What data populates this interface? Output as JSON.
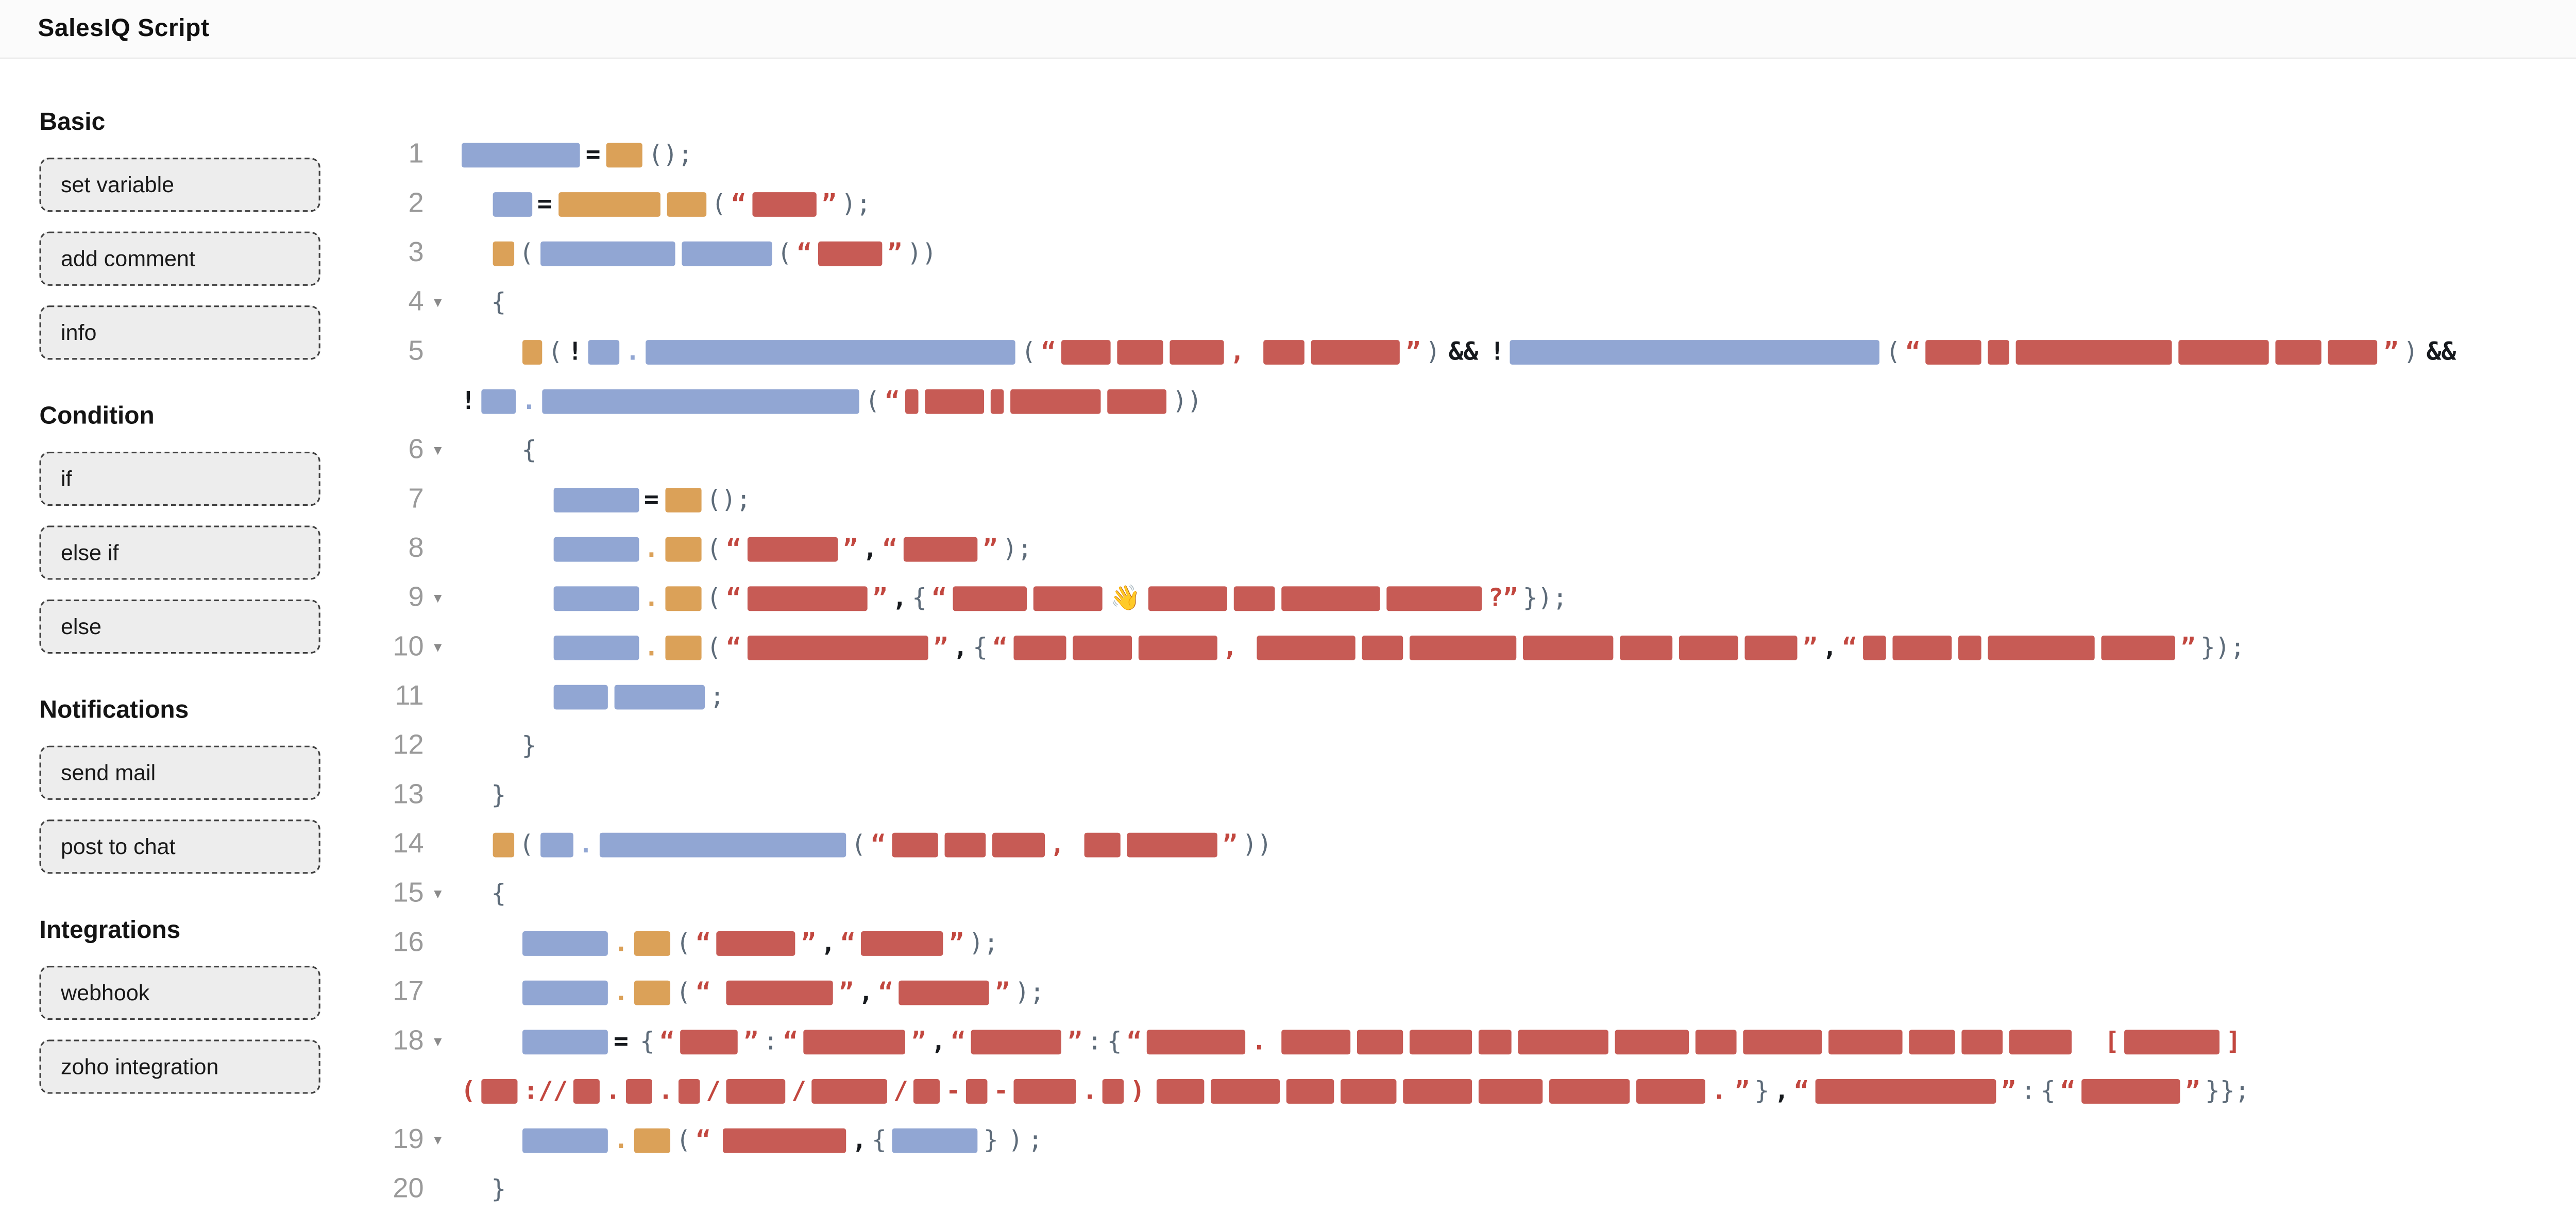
{
  "header": {
    "title": "SalesIQ Script"
  },
  "sidebar": {
    "sections": [
      {
        "title": "Basic",
        "items": [
          "set variable",
          "add comment",
          "info"
        ]
      },
      {
        "title": "Condition",
        "items": [
          "if",
          "else if",
          "else"
        ]
      },
      {
        "title": "Notifications",
        "items": [
          "send mail",
          "post to chat"
        ]
      },
      {
        "title": "Integrations",
        "items": [
          "webhook",
          "zoho integration"
        ]
      }
    ]
  },
  "colors": {
    "blue": "#91a6d3",
    "orange": "#dba158",
    "red": "#c75b55",
    "red_punct": "#c2473f",
    "gray_punct": "#5d6b79",
    "dark_punct": "#16191d",
    "line_number": "#9a9a9a"
  },
  "icons": {
    "collapse_caret": "▾",
    "wave_emoji": "👋"
  },
  "editor": {
    "lines": [
      {
        "num": "1",
        "caret": false,
        "ind": 0,
        "tokens": [
          [
            "b",
            72
          ],
          [
            "d",
            "="
          ],
          [
            "o",
            22
          ],
          [
            "g",
            "();"
          ]
        ]
      },
      {
        "num": "2",
        "caret": false,
        "ind": 1,
        "tokens": [
          [
            "b",
            24
          ],
          [
            "d",
            "="
          ],
          [
            "o",
            62
          ],
          [
            "o",
            24
          ],
          [
            "g",
            "("
          ],
          [
            "q",
            "“"
          ],
          [
            "r",
            39
          ],
          [
            "q",
            "”"
          ],
          [
            "g",
            ");"
          ]
        ]
      },
      {
        "num": "3",
        "caret": false,
        "ind": 1,
        "tokens": [
          [
            "o",
            13
          ],
          [
            "g",
            "("
          ],
          [
            "b",
            82
          ],
          [
            "b",
            55
          ],
          [
            "g",
            "("
          ],
          [
            "q",
            "“"
          ],
          [
            "r",
            39
          ],
          [
            "q",
            "”"
          ],
          [
            "g",
            "))"
          ]
        ]
      },
      {
        "num": "4",
        "caret": true,
        "ind": 1,
        "tokens": [
          [
            "g",
            "{"
          ]
        ]
      },
      {
        "num": "5",
        "caret": false,
        "ind": 2,
        "tokens": [
          [
            "o",
            12
          ],
          [
            "g",
            "("
          ],
          [
            "d",
            "!"
          ],
          [
            "b",
            19
          ],
          [
            "bb",
            "."
          ],
          [
            "b",
            225
          ],
          [
            "g",
            "("
          ],
          [
            "q",
            "“"
          ],
          [
            "r",
            30
          ],
          [
            "r",
            28
          ],
          [
            "r",
            33
          ],
          [
            "q",
            ","
          ],
          [
            "s",
            8
          ],
          [
            "r",
            25
          ],
          [
            "r",
            54
          ],
          [
            "q",
            "”"
          ],
          [
            "g",
            ")"
          ],
          [
            "s",
            2
          ],
          [
            "d",
            "&&"
          ],
          [
            "s",
            4
          ],
          [
            "d",
            "!"
          ],
          [
            "b",
            225
          ],
          [
            "g",
            "("
          ],
          [
            "q",
            "“"
          ],
          [
            "r",
            34
          ],
          [
            "r",
            13
          ],
          [
            "r",
            95
          ],
          [
            "r",
            55
          ],
          [
            "r",
            28
          ],
          [
            "r",
            30
          ],
          [
            "q",
            "”"
          ],
          [
            "g",
            ")"
          ],
          [
            "s",
            2
          ],
          [
            "d",
            "&&"
          ]
        ]
      },
      {
        "num": "",
        "caret": false,
        "ind": 0,
        "tokens": [
          [
            "d",
            "!"
          ],
          [
            "b",
            21
          ],
          [
            "bb",
            "."
          ],
          [
            "b",
            193
          ],
          [
            "g",
            "("
          ],
          [
            "q",
            "“"
          ],
          [
            "r",
            8
          ],
          [
            "r",
            36
          ],
          [
            "r",
            8
          ],
          [
            "r",
            55
          ],
          [
            "r",
            36
          ],
          [
            "g",
            "))"
          ]
        ]
      },
      {
        "num": "6",
        "caret": true,
        "ind": 2,
        "tokens": [
          [
            "g",
            "{"
          ]
        ]
      },
      {
        "num": "7",
        "caret": false,
        "ind": 3,
        "tokens": [
          [
            "b",
            52
          ],
          [
            "d",
            "="
          ],
          [
            "o",
            22
          ],
          [
            "g",
            "();"
          ]
        ]
      },
      {
        "num": "8",
        "caret": false,
        "ind": 3,
        "tokens": [
          [
            "b",
            52
          ],
          [
            "ob",
            "."
          ],
          [
            "o",
            22
          ],
          [
            "g",
            "("
          ],
          [
            "q",
            "“"
          ],
          [
            "r",
            55
          ],
          [
            "q",
            "”"
          ],
          [
            "d",
            ","
          ],
          [
            "q",
            "“"
          ],
          [
            "r",
            45
          ],
          [
            "q",
            "”"
          ],
          [
            "g",
            ");"
          ]
        ]
      },
      {
        "num": "9",
        "caret": true,
        "ind": 3,
        "tokens": [
          [
            "b",
            52
          ],
          [
            "ob",
            "."
          ],
          [
            "o",
            22
          ],
          [
            "g",
            "("
          ],
          [
            "q",
            "“"
          ],
          [
            "r",
            73
          ],
          [
            "q",
            "”"
          ],
          [
            "d",
            ","
          ],
          [
            "g",
            "{"
          ],
          [
            "q",
            "“"
          ],
          [
            "r",
            45
          ],
          [
            "r",
            42
          ],
          [
            "e",
            "👋"
          ],
          [
            "r",
            48
          ],
          [
            "r",
            25
          ],
          [
            "r",
            60
          ],
          [
            "r",
            58
          ],
          [
            "q",
            "?”"
          ],
          [
            "g",
            "});"
          ]
        ]
      },
      {
        "num": "10",
        "caret": true,
        "ind": 3,
        "tokens": [
          [
            "b",
            52
          ],
          [
            "ob",
            "."
          ],
          [
            "o",
            22
          ],
          [
            "g",
            "("
          ],
          [
            "q",
            "“"
          ],
          [
            "r",
            110
          ],
          [
            "q",
            "”"
          ],
          [
            "d",
            ","
          ],
          [
            "g",
            "{"
          ],
          [
            "q",
            "“"
          ],
          [
            "r",
            32
          ],
          [
            "r",
            36
          ],
          [
            "r",
            48
          ],
          [
            "q",
            ","
          ],
          [
            "s",
            8
          ],
          [
            "r",
            60
          ],
          [
            "r",
            25
          ],
          [
            "r",
            65
          ],
          [
            "r",
            55
          ],
          [
            "r",
            32
          ],
          [
            "r",
            36
          ],
          [
            "r",
            32
          ],
          [
            "q",
            "”"
          ],
          [
            "d",
            ","
          ],
          [
            "q",
            "“"
          ],
          [
            "r",
            14
          ],
          [
            "r",
            36
          ],
          [
            "r",
            14
          ],
          [
            "r",
            65
          ],
          [
            "r",
            45
          ],
          [
            "q",
            "”"
          ],
          [
            "g",
            "});"
          ]
        ]
      },
      {
        "num": "11",
        "caret": false,
        "ind": 3,
        "tokens": [
          [
            "b",
            33
          ],
          [
            "b",
            55
          ],
          [
            "g",
            ";"
          ]
        ]
      },
      {
        "num": "12",
        "caret": false,
        "ind": 2,
        "tokens": [
          [
            "g",
            "}"
          ]
        ]
      },
      {
        "num": "13",
        "caret": false,
        "ind": 1,
        "tokens": [
          [
            "g",
            "}"
          ]
        ]
      },
      {
        "num": "14",
        "caret": false,
        "ind": 1,
        "tokens": [
          [
            "o",
            13
          ],
          [
            "g",
            "("
          ],
          [
            "b",
            20
          ],
          [
            "bb",
            "."
          ],
          [
            "b",
            150
          ],
          [
            "g",
            "("
          ],
          [
            "q",
            "“"
          ],
          [
            "r",
            28
          ],
          [
            "r",
            25
          ],
          [
            "r",
            32
          ],
          [
            "q",
            ","
          ],
          [
            "s",
            8
          ],
          [
            "r",
            22
          ],
          [
            "r",
            55
          ],
          [
            "q",
            "”"
          ],
          [
            "g",
            "))"
          ]
        ]
      },
      {
        "num": "15",
        "caret": true,
        "ind": 1,
        "tokens": [
          [
            "g",
            "{"
          ]
        ]
      },
      {
        "num": "16",
        "caret": false,
        "ind": 2,
        "tokens": [
          [
            "b",
            52
          ],
          [
            "ob",
            "."
          ],
          [
            "o",
            22
          ],
          [
            "g",
            "("
          ],
          [
            "q",
            "“"
          ],
          [
            "r",
            48
          ],
          [
            "q",
            "”"
          ],
          [
            "d",
            ","
          ],
          [
            "q",
            "“"
          ],
          [
            "r",
            50
          ],
          [
            "q",
            "”"
          ],
          [
            "g",
            ");"
          ]
        ]
      },
      {
        "num": "17",
        "caret": false,
        "ind": 2,
        "tokens": [
          [
            "b",
            52
          ],
          [
            "ob",
            "."
          ],
          [
            "o",
            22
          ],
          [
            "g",
            "("
          ],
          [
            "q",
            "“"
          ],
          [
            "s",
            6
          ],
          [
            "r",
            65
          ],
          [
            "q",
            "”"
          ],
          [
            "d",
            ","
          ],
          [
            "q",
            "“"
          ],
          [
            "r",
            55
          ],
          [
            "q",
            "”"
          ],
          [
            "g",
            ");"
          ]
        ]
      },
      {
        "num": "18",
        "caret": true,
        "ind": 2,
        "tokens": [
          [
            "b",
            52
          ],
          [
            "d",
            "="
          ],
          [
            "s",
            4
          ],
          [
            "g",
            "{"
          ],
          [
            "q",
            "“"
          ],
          [
            "r",
            35
          ],
          [
            "q",
            "”"
          ],
          [
            "g",
            ":"
          ],
          [
            "q",
            "“"
          ],
          [
            "r",
            62
          ],
          [
            "q",
            "”"
          ],
          [
            "d",
            ","
          ],
          [
            "q",
            "“"
          ],
          [
            "r",
            55
          ],
          [
            "q",
            "”"
          ],
          [
            "g",
            ":"
          ],
          [
            "g",
            "{"
          ],
          [
            "q",
            "“"
          ],
          [
            "r",
            60
          ],
          [
            "q",
            "."
          ],
          [
            "s",
            6
          ],
          [
            "r",
            42
          ],
          [
            "r",
            28
          ],
          [
            "r",
            38
          ],
          [
            "r",
            20
          ],
          [
            "r",
            55
          ],
          [
            "r",
            45
          ],
          [
            "r",
            25
          ],
          [
            "r",
            48
          ],
          [
            "r",
            45
          ],
          [
            "r",
            28
          ],
          [
            "r",
            25
          ],
          [
            "r",
            38
          ],
          [
            "s",
            16
          ],
          [
            "q",
            "["
          ],
          [
            "r",
            58
          ],
          [
            "q",
            "]"
          ]
        ]
      },
      {
        "num": "",
        "caret": false,
        "ind": 0,
        "tokens": [
          [
            "q",
            "("
          ],
          [
            "r",
            22
          ],
          [
            "q",
            "://"
          ],
          [
            "r",
            16
          ],
          [
            "q",
            "."
          ],
          [
            "r",
            16
          ],
          [
            "q",
            "."
          ],
          [
            "r",
            13
          ],
          [
            "q",
            "/"
          ],
          [
            "r",
            36
          ],
          [
            "q",
            "/"
          ],
          [
            "r",
            46
          ],
          [
            "q",
            "/"
          ],
          [
            "r",
            16
          ],
          [
            "q",
            "-"
          ],
          [
            "r",
            13
          ],
          [
            "q",
            "-"
          ],
          [
            "r",
            38
          ],
          [
            "q",
            "."
          ],
          [
            "r",
            13
          ],
          [
            "q",
            ")"
          ],
          [
            "s",
            4
          ],
          [
            "r",
            29
          ],
          [
            "r",
            42
          ],
          [
            "r",
            29
          ],
          [
            "r",
            34
          ],
          [
            "r",
            42
          ],
          [
            "r",
            39
          ],
          [
            "r",
            49
          ],
          [
            "r",
            42
          ],
          [
            "q",
            "."
          ],
          [
            "s",
            2
          ],
          [
            "q",
            "”"
          ],
          [
            "g",
            "}"
          ],
          [
            "d",
            ","
          ],
          [
            "q",
            "“"
          ],
          [
            "r",
            110
          ],
          [
            "q",
            "”"
          ],
          [
            "g",
            ":"
          ],
          [
            "g",
            "{"
          ],
          [
            "q",
            "“"
          ],
          [
            "r",
            60
          ],
          [
            "q",
            "”"
          ],
          [
            "g",
            "}};"
          ]
        ]
      },
      {
        "num": "19",
        "caret": true,
        "ind": 2,
        "tokens": [
          [
            "b",
            52
          ],
          [
            "ob",
            "."
          ],
          [
            "o",
            22
          ],
          [
            "g",
            "("
          ],
          [
            "q",
            "“"
          ],
          [
            "s",
            4
          ],
          [
            "r",
            75
          ],
          [
            "d",
            ","
          ],
          [
            "g",
            "{"
          ],
          [
            "b",
            52
          ],
          [
            "g",
            "}"
          ],
          [
            "s",
            3
          ],
          [
            "g",
            ")"
          ],
          [
            "g",
            ";"
          ]
        ]
      },
      {
        "num": "20",
        "caret": false,
        "ind": 1,
        "tokens": [
          [
            "g",
            "}"
          ]
        ]
      }
    ]
  }
}
